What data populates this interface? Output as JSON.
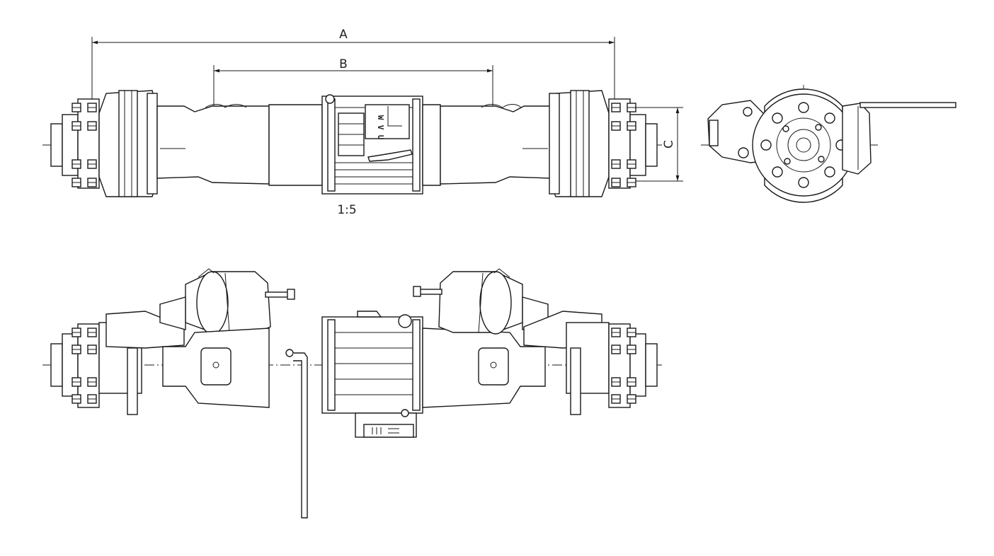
{
  "dimensions": {
    "a": "A",
    "b": "B",
    "c": "C"
  },
  "scale": "1:5",
  "plate_letters": [
    "W",
    "V",
    "U"
  ]
}
